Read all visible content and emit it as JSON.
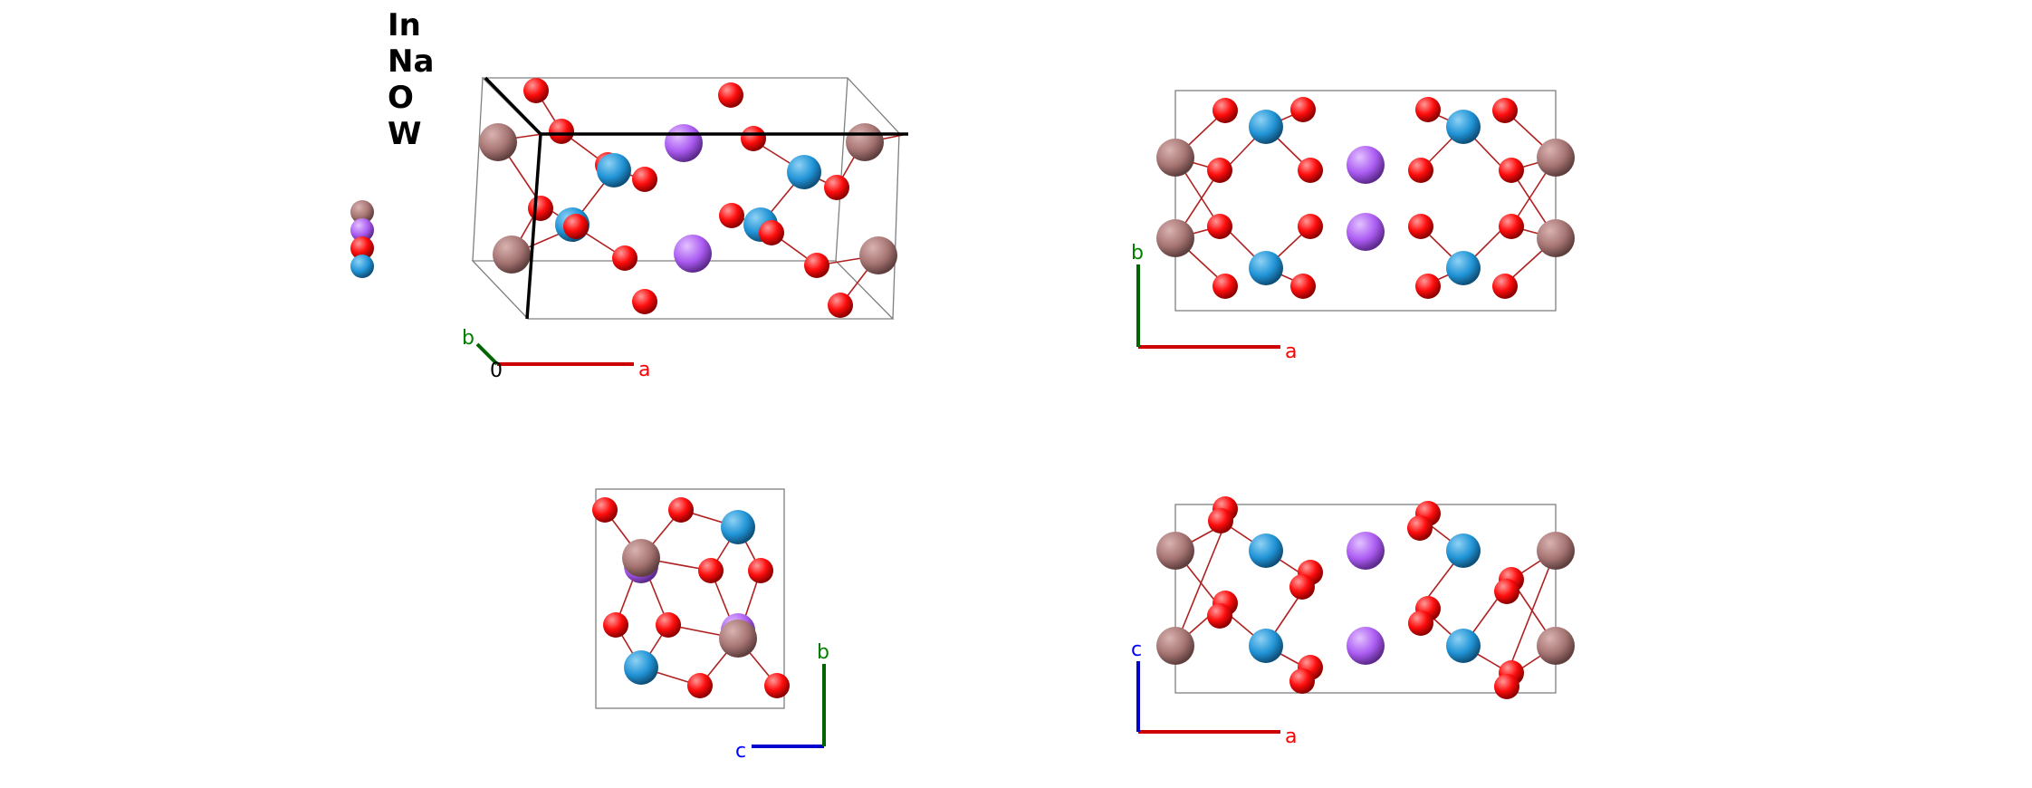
{
  "legend": {
    "elements": [
      {
        "symbol": "In",
        "color": "#a67573"
      },
      {
        "symbol": "Na",
        "color": "#ab5cf2"
      },
      {
        "symbol": "O",
        "color": "#ff0d0d"
      },
      {
        "symbol": "W",
        "color": "#2194d6"
      }
    ]
  },
  "views": [
    {
      "name": "perspective",
      "axes": {
        "a": "a",
        "b": "b",
        "origin": "0"
      }
    },
    {
      "name": "view-ab",
      "axes": {
        "h": "a",
        "v": "b"
      }
    },
    {
      "name": "view-cb",
      "axes": {
        "h": "c",
        "v": "b"
      }
    },
    {
      "name": "view-ac",
      "axes": {
        "h": "a",
        "v": "c"
      }
    }
  ],
  "colors": {
    "axis_a": "#ff0000",
    "axis_b": "#008000",
    "axis_c": "#0000ff",
    "bond": "#b02020",
    "cell": "#808080"
  }
}
